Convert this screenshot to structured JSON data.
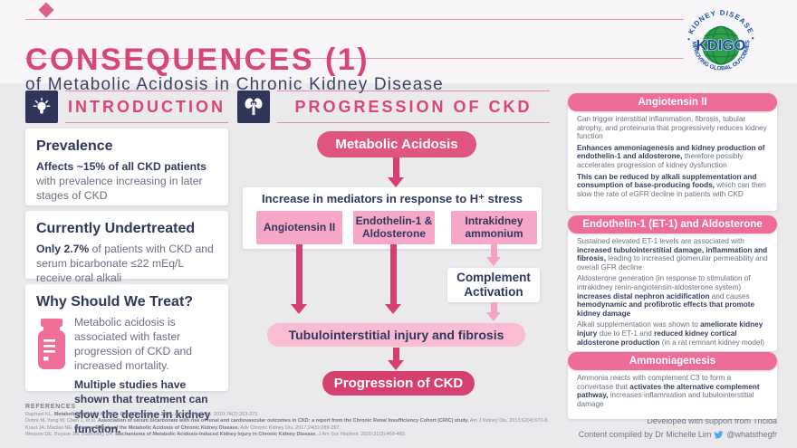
{
  "header": {
    "title": "CONSEQUENCES (1)",
    "subtitle": "of Metabolic Acidosis in Chronic Kidney Disease"
  },
  "logo": {
    "arc_top": "• KIDNEY DISEASE •",
    "wordmark": "KDIGO",
    "registered": "®",
    "arc_bottom": "IMPROVING GLOBAL OUTCOMES"
  },
  "intro": {
    "heading": "INTRODUCTION",
    "cards": [
      {
        "title": "Prevalence",
        "paragraphs": [
          [
            {
              "t": "Affects ~15% of all CKD patients",
              "b": true
            },
            {
              "t": " with prevalence increasing in later stages of CKD"
            }
          ]
        ]
      },
      {
        "title": "Currently Undertreated",
        "paragraphs": [
          [
            {
              "t": "Only 2.7%",
              "b": true
            },
            {
              "t": " of patients with CKD and serum bicarbonate ≤22 mEq/L receive oral alkali"
            }
          ]
        ]
      },
      {
        "title": "Why Should We Treat?",
        "paragraphs": [
          [
            {
              "t": "Metabolic acidosis is associated with faster progression of CKD and increased mortality."
            }
          ],
          [
            {
              "t": "Multiple studies have shown that treatment can slow the decline in kidney function.",
              "b": true
            }
          ]
        ]
      }
    ]
  },
  "flow": {
    "heading": "PROGRESSION OF CKD",
    "start_node": "Metabolic Acidosis",
    "mediators_title": "Increase in mediators in response to H⁺ stress",
    "mediators": [
      "Angiotensin II",
      "Endothelin-1 & Aldosterone",
      "Intrakidney ammonium"
    ],
    "complement_node": "Complement Activation",
    "injury_node": "Tubulointerstitial injury and fibrosis",
    "end_node": "Progression of CKD"
  },
  "right_cards": [
    {
      "title": "Angiotensin II",
      "paragraphs": [
        [
          {
            "t": "Can trigger interstitial inflammation, fibrosis, tubular atrophy, and proteinuria that progressively reduces kidney function"
          }
        ],
        [
          {
            "t": "Enhances ammoniagenesis and kidney production of endothelin-1 and aldosterone,",
            "b": true
          },
          {
            "t": " therefore possibly accelerates progression of kidney dysfunction"
          }
        ],
        [
          {
            "t": "This can be reduced by alkali supplementation and consumption of base-producing foods,",
            "b": true
          },
          {
            "t": " which can then slow the rate of eGFR decline in patients with CKD"
          }
        ]
      ]
    },
    {
      "title": "Endothelin-1 (ET-1) and Aldosterone",
      "paragraphs": [
        [
          {
            "t": "Sustained elevated ET-1 levels are associated with "
          },
          {
            "t": "increased tubulointerstitial damage, inflammation and fibrosis,",
            "b": true
          },
          {
            "t": " leading to increased glomerular permeability and overall GFR decline"
          }
        ],
        [
          {
            "t": "Aldosterone generation (in response to stimulation of intrakidney renin-angiotensin-aldosterone system) "
          },
          {
            "t": "increases distal nephron acidification",
            "b": true
          },
          {
            "t": " and causes "
          },
          {
            "t": "hemodynamic and profibrotic effects that promote kidney damage",
            "b": true
          }
        ],
        [
          {
            "t": "Alkali supplementation was shown to "
          },
          {
            "t": "ameliorate kidney injury",
            "b": true
          },
          {
            "t": " due to ET-1 and "
          },
          {
            "t": "reduced kidney cortical aldosterone production",
            "b": true
          },
          {
            "t": " (in a rat remnant kidney model)"
          }
        ]
      ]
    },
    {
      "title": "Ammoniagenesis",
      "paragraphs": [
        [
          {
            "t": "Ammonia reacts with complement C3 to form a convertase that "
          },
          {
            "t": "activates the alternative complement pathway,",
            "b": true
          },
          {
            "t": " increases inflammation and tubulointerstitial damage"
          }
        ]
      ]
    }
  ],
  "references": {
    "heading": "REFERENCES",
    "items": [
      [
        {
          "t": "Raphael KL. "
        },
        {
          "t": "Metabolic Acidosis in CKD: Core Curriculum 2019.",
          "b": true
        },
        {
          "t": " Am J Kidney Dis. 2019;74(2):263-275."
        }
      ],
      [
        {
          "t": "Dobre M, Yang W, Chen J, et al. "
        },
        {
          "t": "Association of serum bicarbonate with risk of renal and cardiovascular outcomes in CKD: a report from the Chronic Renal Insufficiency Cohort (CRIC) study.",
          "b": true
        },
        {
          "t": " Am J Kidney Dis. 2013;62(4):670-8."
        }
      ],
      [
        {
          "t": "Kraut JA, Madias NE. "
        },
        {
          "t": "Adverse Effects of the Metabolic Acidosis of Chronic Kidney Disease.",
          "b": true
        },
        {
          "t": " Adv Chronic Kidney Dis. 2017;24(5):289-297."
        }
      ],
      [
        {
          "t": "Wesson DE, Buysse JM, Bushinsky DA. "
        },
        {
          "t": "Mechanisms of Metabolic Acidosis-Induced Kidney Injury in Chronic Kidney Disease.",
          "b": true
        },
        {
          "t": " J Am Soc Nephrol. 2020;31(3):469-482."
        }
      ]
    ]
  },
  "footer": {
    "support": "Developed with support from Tricida",
    "credit": "Content compiled by Dr Michelle Lim",
    "twitter_handle": "@whatsthegfr"
  },
  "colors": {
    "accent_pink": "#d84672",
    "mid_pink": "#ee6d96",
    "node_pink": "#e05580",
    "light_pink": "#f6a6c6",
    "lighter_pink": "#f9bcd3",
    "navy": "#2f3459",
    "kdigo_green": "#2e9e4d",
    "kdigo_blue": "#1d4f9e",
    "twitter_blue": "#4da7e8"
  }
}
